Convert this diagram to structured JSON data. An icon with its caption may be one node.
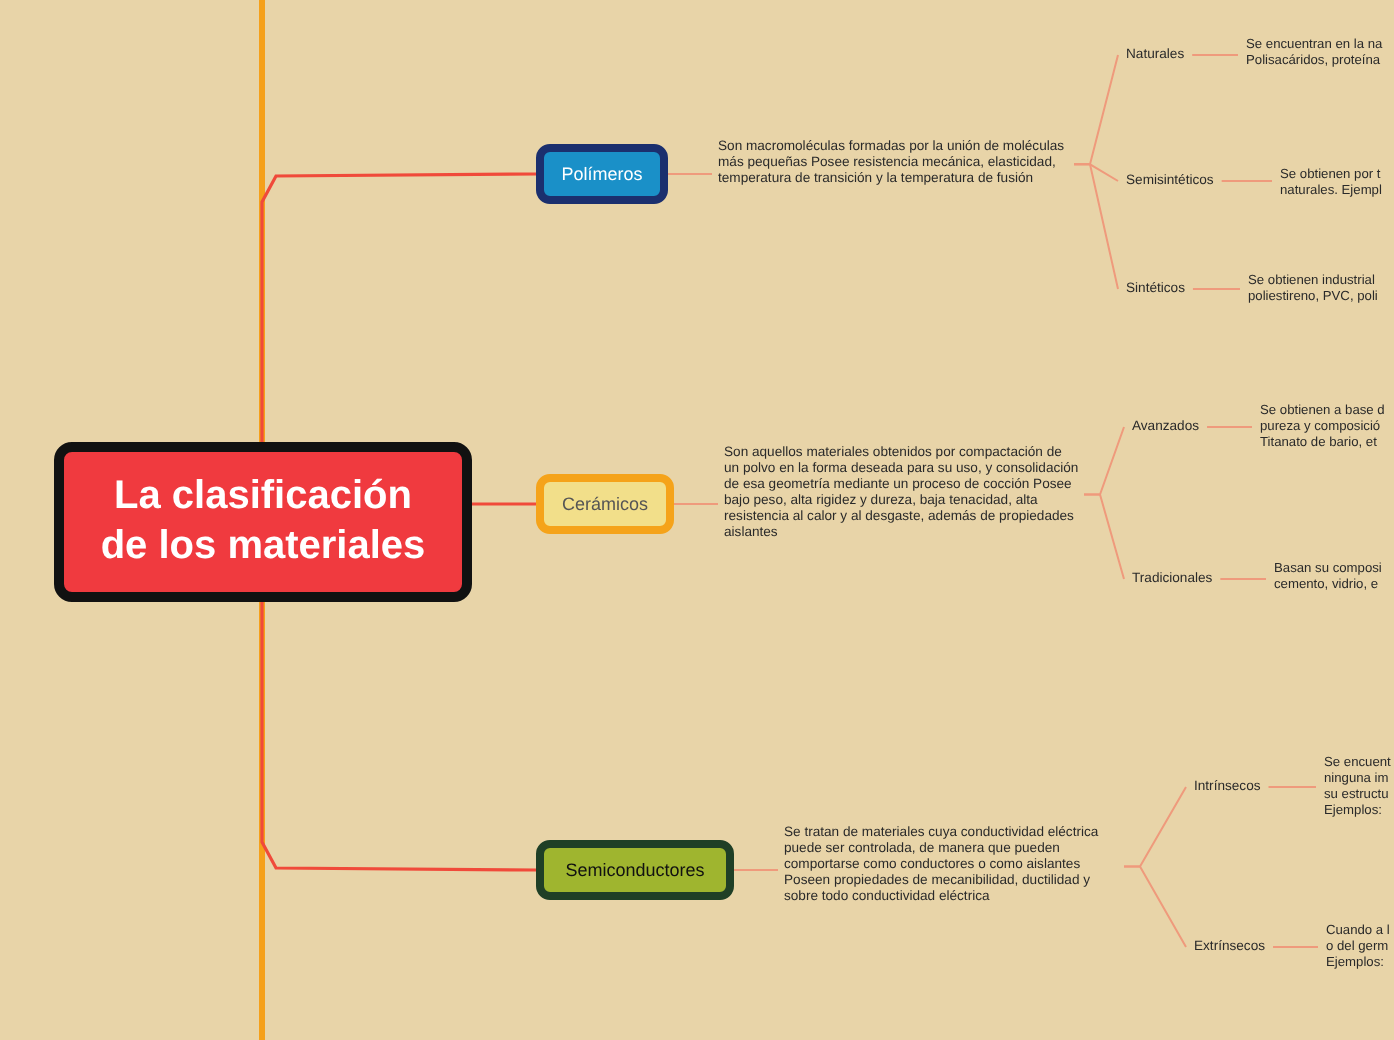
{
  "diagram": {
    "nodes": [
      {
        "text": [
          "La clasificación de los materiales"
        ]
      },
      {
        "text": [
          "Polímeros"
        ]
      },
      {
        "text": [
          "Son macromoléculas formadas por la unión de moléculas más pequeñas Posee resistencia mecánica, elasticidad, temperatura de transición y la temperatura de fusión"
        ]
      },
      {
        "text": [
          "Naturales"
        ]
      },
      {
        "text": [
          "Se encuentran en la na Polisacáridos, proteína"
        ]
      },
      {
        "text": [
          "Semisintéticos"
        ]
      },
      {
        "text": [
          "Se obtienen por t naturales. Ejempl"
        ]
      },
      {
        "text": [
          "Sintéticos"
        ]
      },
      {
        "text": [
          "Se obtienen industrial poliestireno, PVC, poli"
        ]
      },
      {
        "text": [
          "Cerámicos"
        ]
      },
      {
        "text": [
          "Son aquellos materiales obtenidos por compactación de un polvo en la forma deseada para su uso, y consolidación de esa geometría mediante un proceso de cocción Posee bajo peso, alta rigidez y dureza, baja tenacidad, alta resistencia al calor y al desgaste, además de propiedades aislantes"
        ]
      },
      {
        "text": [
          "Avanzados"
        ]
      },
      {
        "text": [
          "Se obtienen a base d pureza y composició Titanato de bario, et"
        ]
      },
      {
        "text": [
          "Tradicionales"
        ]
      },
      {
        "text": [
          "Basan su composi cemento, vidrio, e"
        ]
      },
      {
        "text": [
          "Semiconductores"
        ]
      },
      {
        "text": [
          "Se tratan de materiales cuya conductividad eléctrica puede ser controlada, de manera que pueden comportarse como conductores o como aislantes Poseen propiedades de mecanibilidad, ductilidad y sobre todo conductividad eléctrica"
        ]
      },
      {
        "text": [
          "Intrínsecos"
        ]
      },
      {
        "text": [
          "Se encuent ninguna im su estructu Ejemplos:"
        ]
      },
      {
        "text": [
          "Extrínsecos"
        ]
      },
      {
        "text": [
          "Cuando a l o del germ Ejemplos:"
        ]
      }
    ],
    "edges": [
      {
        "from": 0,
        "to": 1,
        "arrow": "none",
        "color": "#f04a3a"
      },
      {
        "from": 1,
        "to": 2,
        "arrow": "none"
      },
      {
        "from": 2,
        "to": 3,
        "arrow": "none"
      },
      {
        "from": 3,
        "to": 4,
        "arrow": "none"
      },
      {
        "from": 2,
        "to": 5,
        "arrow": "none"
      },
      {
        "from": 5,
        "to": 6,
        "arrow": "none"
      },
      {
        "from": 2,
        "to": 7,
        "arrow": "none"
      },
      {
        "from": 7,
        "to": 8,
        "arrow": "none"
      },
      {
        "from": 0,
        "to": 9,
        "arrow": "none",
        "color": "#f04a3a"
      },
      {
        "from": 9,
        "to": 10,
        "arrow": "none"
      },
      {
        "from": 10,
        "to": 11,
        "arrow": "none"
      },
      {
        "from": 11,
        "to": 12,
        "arrow": "none"
      },
      {
        "from": 10,
        "to": 13,
        "arrow": "none"
      },
      {
        "from": 13,
        "to": 14,
        "arrow": "none"
      },
      {
        "from": 0,
        "to": 15,
        "arrow": "none",
        "color": "#f04a3a"
      },
      {
        "from": 15,
        "to": 16,
        "arrow": "none"
      },
      {
        "from": 16,
        "to": 17,
        "arrow": "none"
      },
      {
        "from": 17,
        "to": 18,
        "arrow": "none"
      },
      {
        "from": 16,
        "to": 19,
        "arrow": "none"
      },
      {
        "from": 19,
        "to": 20,
        "arrow": "none"
      }
    ]
  }
}
